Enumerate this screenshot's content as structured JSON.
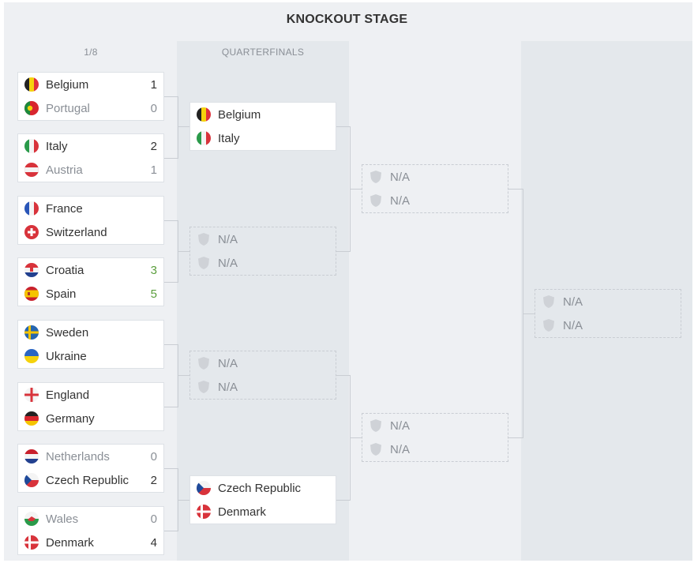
{
  "title": "KNOCKOUT STAGE",
  "columns": [
    "1/8",
    "QUARTERFINALS",
    "",
    ""
  ],
  "na_label": "N/A",
  "round16": [
    {
      "t1": {
        "name": "Belgium",
        "flag": "belgium",
        "score": "1",
        "state": "win"
      },
      "t2": {
        "name": "Portugal",
        "flag": "portugal",
        "score": "0",
        "state": "lose"
      }
    },
    {
      "t1": {
        "name": "Italy",
        "flag": "italy",
        "score": "2",
        "state": "win"
      },
      "t2": {
        "name": "Austria",
        "flag": "austria",
        "score": "1",
        "state": "lose"
      }
    },
    {
      "t1": {
        "name": "France",
        "flag": "france",
        "score": "",
        "state": "win"
      },
      "t2": {
        "name": "Switzerland",
        "flag": "switzerland",
        "score": "",
        "state": "win"
      }
    },
    {
      "t1": {
        "name": "Croatia",
        "flag": "croatia",
        "score": "3",
        "state": "green"
      },
      "t2": {
        "name": "Spain",
        "flag": "spain",
        "score": "5",
        "state": "green"
      }
    },
    {
      "t1": {
        "name": "Sweden",
        "flag": "sweden",
        "score": "",
        "state": "win"
      },
      "t2": {
        "name": "Ukraine",
        "flag": "ukraine",
        "score": "",
        "state": "win"
      }
    },
    {
      "t1": {
        "name": "England",
        "flag": "england",
        "score": "",
        "state": "win"
      },
      "t2": {
        "name": "Germany",
        "flag": "germany",
        "score": "",
        "state": "win"
      }
    },
    {
      "t1": {
        "name": "Netherlands",
        "flag": "netherlands",
        "score": "0",
        "state": "lose"
      },
      "t2": {
        "name": "Czech Republic",
        "flag": "czech",
        "score": "2",
        "state": "win"
      }
    },
    {
      "t1": {
        "name": "Wales",
        "flag": "wales",
        "score": "0",
        "state": "lose"
      },
      "t2": {
        "name": "Denmark",
        "flag": "denmark",
        "score": "4",
        "state": "win"
      }
    }
  ],
  "quarterfinals": [
    {
      "t1": {
        "name": "Belgium",
        "flag": "belgium",
        "score": "",
        "state": "win"
      },
      "t2": {
        "name": "Italy",
        "flag": "italy",
        "score": "",
        "state": "win"
      }
    },
    {
      "na": true
    },
    {
      "na": true
    },
    {
      "t1": {
        "name": "Czech Republic",
        "flag": "czech",
        "score": "",
        "state": "win"
      },
      "t2": {
        "name": "Denmark",
        "flag": "denmark",
        "score": "",
        "state": "win"
      }
    }
  ],
  "semifinals": [
    {
      "na": true
    },
    {
      "na": true
    }
  ],
  "final": [
    {
      "na": true
    }
  ],
  "colors": {
    "panel": "#eef0f3",
    "column_band": "#e4e8ec",
    "score_green": "#5a9e3c",
    "muted": "#8a8f96"
  }
}
